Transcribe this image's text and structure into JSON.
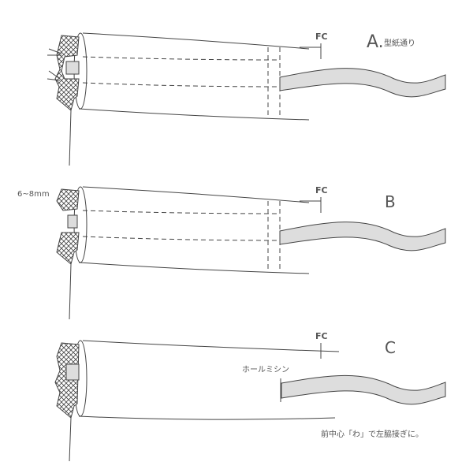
{
  "title": "Waistband tape attachment steps",
  "colors": {
    "line": "#444444",
    "tape_fill": "#dddddd",
    "text": "#555555"
  },
  "steps": [
    {
      "label": "A.",
      "note": "型紙通り",
      "fc": "FC"
    },
    {
      "label": "B",
      "fc": "FC",
      "seam_allowance": "6~8mm"
    },
    {
      "label": "C",
      "fc": "FC",
      "stitch_note": "ホールミシン",
      "footer_note": "前中心「わ」で左脇接ぎに。"
    }
  ]
}
